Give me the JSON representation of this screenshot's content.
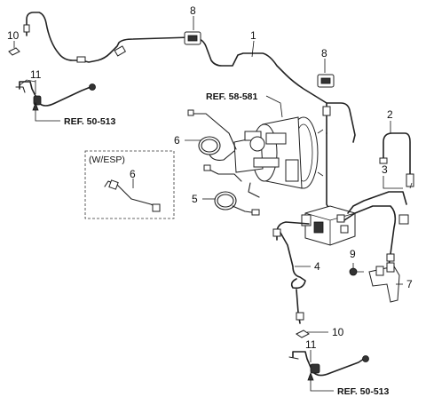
{
  "callouts": {
    "c1": "1",
    "c2": "2",
    "c3": "3",
    "c4": "4",
    "c5": "5",
    "c6_main": "6",
    "c6_esp": "6",
    "c7": "7",
    "c8_left": "8",
    "c8_right": "8",
    "c9": "9",
    "c10_top": "10",
    "c10_bottom": "10",
    "c11_top": "11",
    "c11_bottom": "11"
  },
  "references": {
    "ref_top_left": "REF. 50-513",
    "ref_booster": "REF. 58-581",
    "ref_bottom": "REF. 50-513"
  },
  "variant_box": {
    "label": "(W/ESP)"
  }
}
